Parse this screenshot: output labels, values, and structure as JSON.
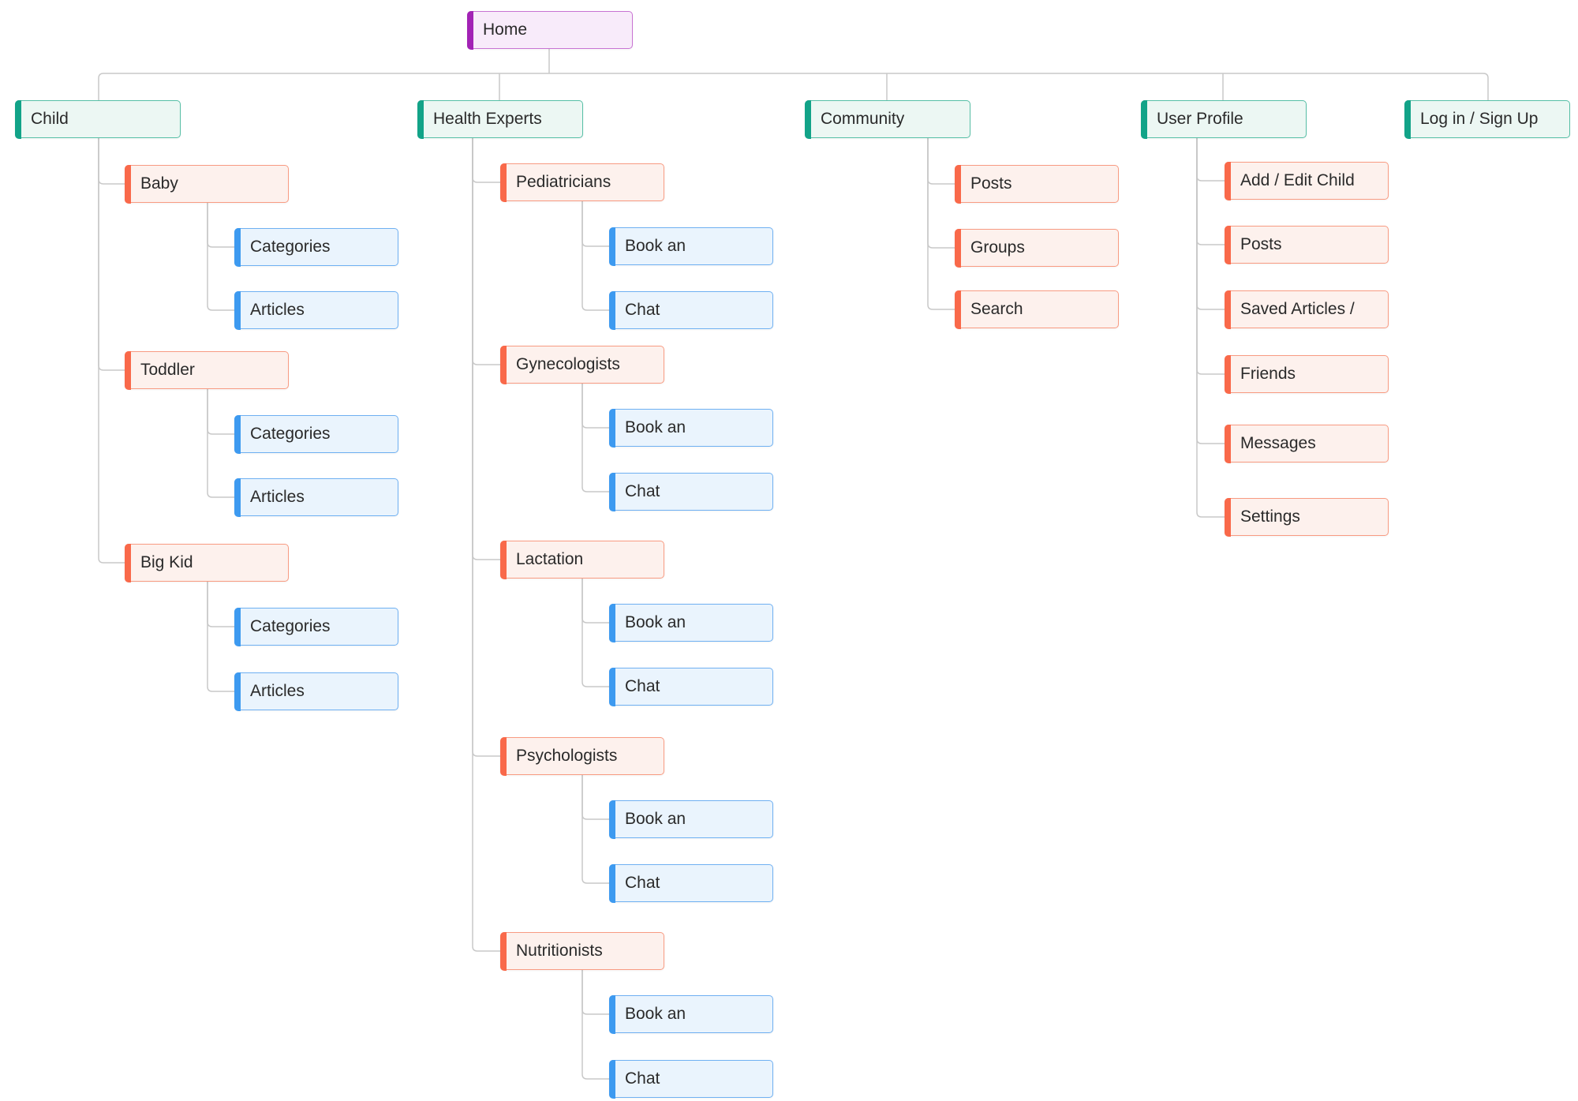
{
  "colors": {
    "root_accent": "#a223b5",
    "section_accent": "#12a388",
    "page_accent": "#f9694a",
    "action_accent": "#3d9af0",
    "connector": "#c8c8c8"
  },
  "sitemap": {
    "root": {
      "label": "Home"
    },
    "sections": [
      {
        "label": "Child",
        "pages": [
          {
            "label": "Baby",
            "actions": [
              {
                "label": "Categories"
              },
              {
                "label": "Articles"
              }
            ]
          },
          {
            "label": "Toddler",
            "actions": [
              {
                "label": "Categories"
              },
              {
                "label": "Articles"
              }
            ]
          },
          {
            "label": "Big Kid",
            "actions": [
              {
                "label": "Categories"
              },
              {
                "label": "Articles"
              }
            ]
          }
        ]
      },
      {
        "label": "Health Experts",
        "pages": [
          {
            "label": "Pediatricians",
            "actions": [
              {
                "label": "Book an"
              },
              {
                "label": "Chat"
              }
            ]
          },
          {
            "label": "Gynecologists",
            "actions": [
              {
                "label": "Book an"
              },
              {
                "label": "Chat"
              }
            ]
          },
          {
            "label": "Lactation",
            "actions": [
              {
                "label": "Book an"
              },
              {
                "label": "Chat"
              }
            ]
          },
          {
            "label": "Psychologists",
            "actions": [
              {
                "label": "Book an"
              },
              {
                "label": "Chat"
              }
            ]
          },
          {
            "label": "Nutritionists",
            "actions": [
              {
                "label": "Book an"
              },
              {
                "label": "Chat"
              }
            ]
          }
        ]
      },
      {
        "label": "Community",
        "pages": [
          {
            "label": "Posts"
          },
          {
            "label": "Groups"
          },
          {
            "label": "Search"
          }
        ]
      },
      {
        "label": "User Profile",
        "pages": [
          {
            "label": "Add / Edit Child"
          },
          {
            "label": "Posts"
          },
          {
            "label": "Saved Articles /"
          },
          {
            "label": "Friends"
          },
          {
            "label": "Messages"
          },
          {
            "label": "Settings"
          }
        ]
      },
      {
        "label": "Log in / Sign Up",
        "pages": []
      }
    ]
  }
}
